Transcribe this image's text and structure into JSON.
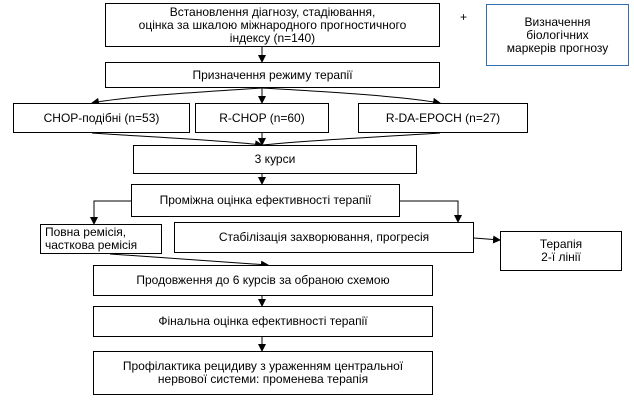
{
  "diagram": {
    "nodes": {
      "diagnosis": [
        "Встановлення діагнозу, стадіювання,",
        "оцінка за шкалою міжнародного прогностичного",
        "індексу (n=140)"
      ],
      "biomarkers": [
        "Визначення",
        "біологічних",
        "маркерів прогнозу"
      ],
      "plus": "+",
      "therapy_mode": "Призначення режиму терапії",
      "chop_like": "CHOP-подібні (n=53)",
      "r_chop": "R-CHOP (n=60)",
      "r_da_epoch": "R-DA-EPOCH (n=27)",
      "three_courses": "3 курси",
      "interim": "Проміжна оцінка ефективності терапії",
      "remission": [
        "Повна ремісія,",
        "часткова ремісія"
      ],
      "stabilization": "Стабілізація захворювання, прогресія",
      "second_line": [
        "Терапія",
        "2-ї лінії"
      ],
      "continue": "Продовження до 6 курсів за обраною схемою",
      "final": "Фінальна оцінка ефективності терапії",
      "prophylaxis": [
        "Профілактика рецидиву з ураженням центральної",
        "нервової системи: променева терапія"
      ]
    }
  }
}
